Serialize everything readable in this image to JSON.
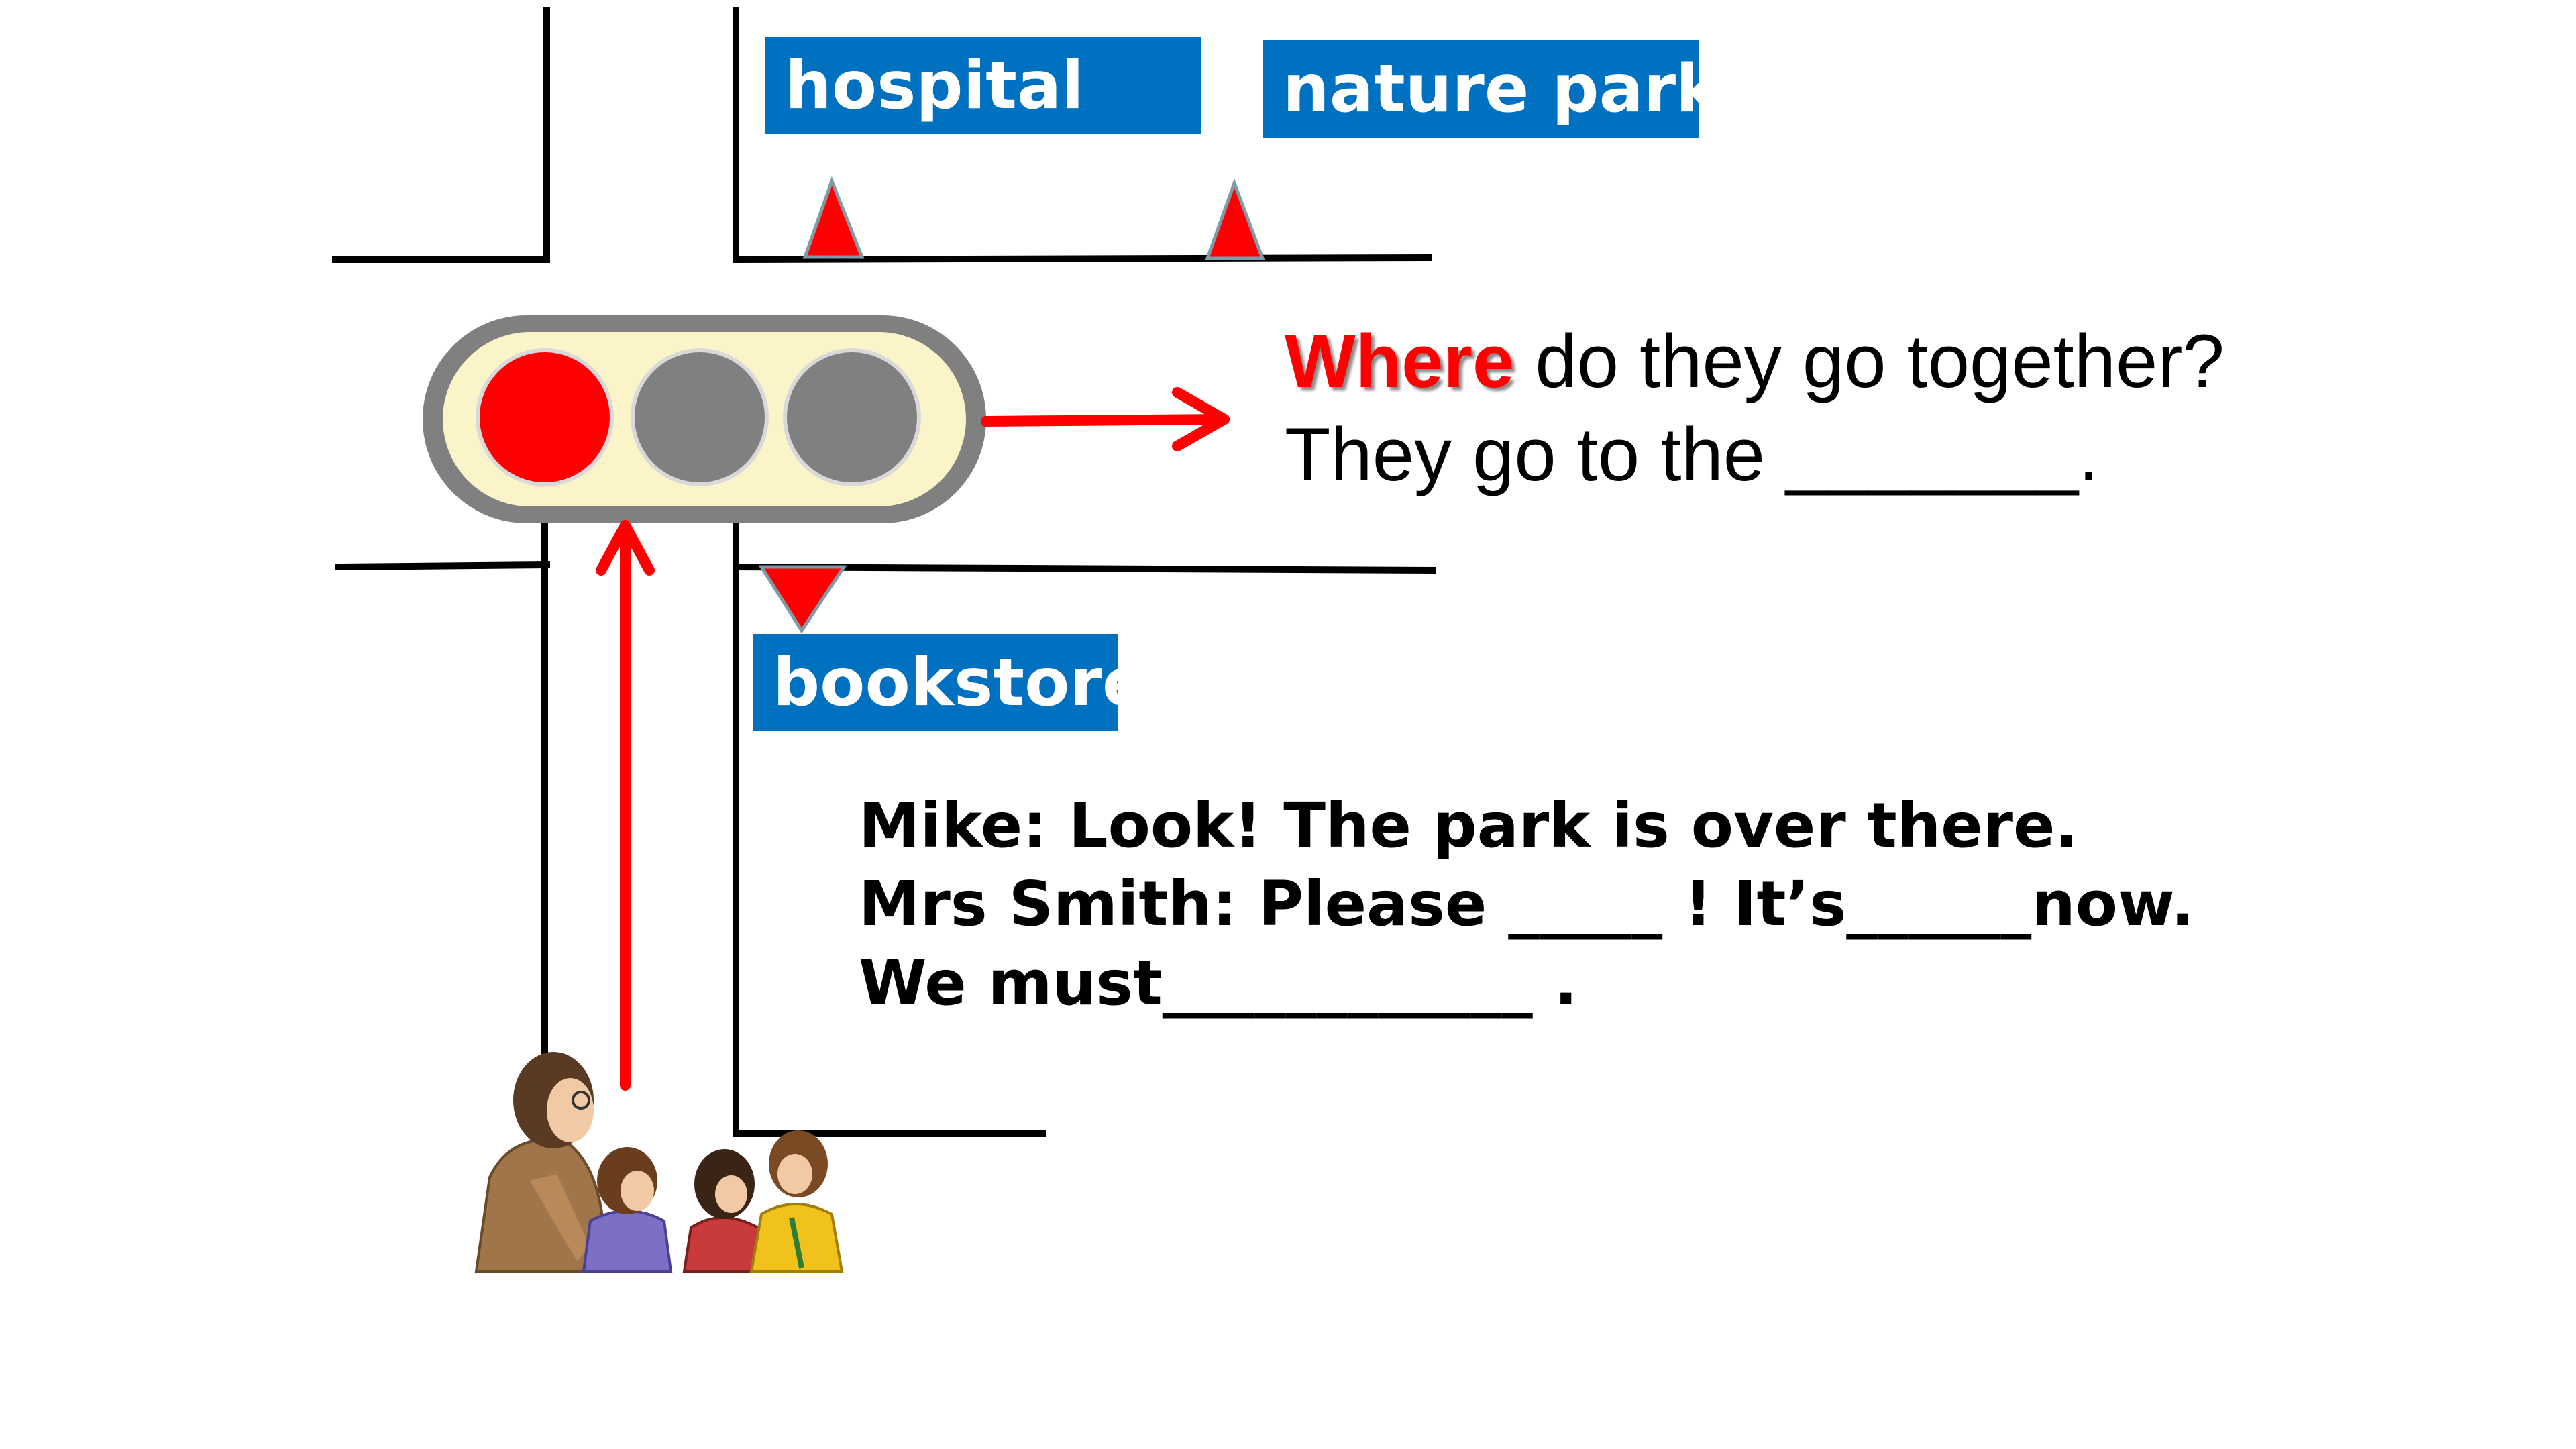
{
  "signs": {
    "hospital": "hospital",
    "nature_park": "nature park",
    "bookstore": "bookstore"
  },
  "question": {
    "highlight": "Where",
    "rest": " do they go together?",
    "answer": "They go to the _______."
  },
  "dialogue": [
    "Mike: Look! The park is over there.",
    "Mrs Smith: Please _____ ! It’s______now.",
    "We must____________ ."
  ],
  "traffic_light": {
    "active": "red",
    "lamps": [
      "red",
      "off",
      "off"
    ]
  },
  "colors": {
    "sign_blue": "#0070c0",
    "arrow_red": "#ff0000",
    "lamp_red": "#ff0000",
    "lamp_off": "#808080",
    "light_housing": "#808080",
    "light_panel": "#fbf4c8",
    "road_lines": "#000000"
  },
  "icons": {
    "arrow_right": "right-arrow-icon",
    "arrow_up": "up-arrow-icon",
    "markers": "triangle-marker-icon",
    "people": "teacher-and-children-illustration"
  }
}
